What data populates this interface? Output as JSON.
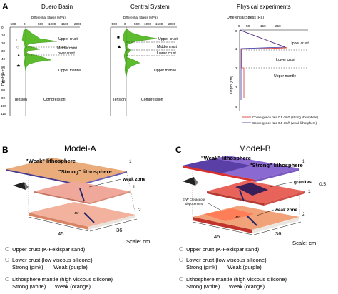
{
  "panel_labels": {
    "a": "A",
    "b": "B",
    "c": "C"
  },
  "duero": {
    "title": "Duero Basin",
    "axis_title": "Differential Stress (MPa)",
    "x_ticks": [
      "-500",
      "0",
      "500",
      "1000",
      "1500",
      "2000"
    ],
    "y_ticks": [
      "0",
      "10",
      "20",
      "30",
      "40",
      "50",
      "60",
      "70",
      "80",
      "90",
      "100",
      "110"
    ],
    "y_label": "Depth (km)",
    "layers": {
      "upper_crust": "Upper crust",
      "middle_crust": "Middle crust",
      "lower_crust": "Lower crust",
      "upper_mantle": "Upper mantle"
    },
    "tension": "Tension",
    "compression": "Compression",
    "symbols": [
      "□",
      "○",
      "▲",
      "★"
    ]
  },
  "central": {
    "title": "Central System",
    "axis_title": "Differential Stress (MPa)",
    "x_ticks": [
      "-500",
      "0",
      "500",
      "1000",
      "1500",
      "2000"
    ],
    "layers": {
      "upper_crust": "Upper crust",
      "middle_crust": "Middle crust",
      "lower_crust": "Lower crust",
      "upper_mantle": "Upper mantle"
    },
    "tension": "Tension",
    "compression": "Compression",
    "symbols": [
      "■",
      "▲"
    ]
  },
  "physical": {
    "title": "Physical experiments",
    "axis_title": "Differential Stress (Pa)",
    "x_ticks": [
      "0",
      "50",
      "150",
      "250"
    ],
    "y_ticks": [
      "0",
      "1",
      "2",
      "3",
      "4"
    ],
    "y_label": "Depth (cm)",
    "layers": {
      "upper_crust": "Upper crust",
      "lower_crust": "Lower crust",
      "upper_mantle": "Upper mantle"
    },
    "legend": [
      {
        "label": "Convergence rate 0.5 cm/h (strong lithosphere)",
        "color": "#d9302c"
      },
      {
        "label": "Convergence rate 0.5 cm/h (weak lithosphere)",
        "color": "#3a35a0"
      }
    ]
  },
  "model_a": {
    "title": "Model-A",
    "weak_lith": "\"Weak\" lithosphere",
    "strong_lith": "\"Strong\" lithosphere",
    "weak_zone": "weak zone",
    "angle": "45°",
    "layer_nums": [
      "1",
      "1",
      "2"
    ],
    "dim_length": "45",
    "dim_width": "36",
    "scale": "Scale: cm"
  },
  "model_b": {
    "title": "Model-B",
    "weak_lith": "\"Weak\" lithosphere",
    "strong_lith": "\"Strong\" lithosphere",
    "granites": "granites",
    "granites_val": "0.5",
    "ew_label_1": "E-W Cretaceous",
    "ew_label_2": "depocenters",
    "weak_zone": "weak zone",
    "angle": "45°",
    "layer_nums": [
      "1",
      "1",
      "2"
    ],
    "dim_length": "45",
    "dim_width": "36",
    "scale": "Scale: cm"
  },
  "legend_a": {
    "upper": "Upper crust (K-Feldspar sand)",
    "lower": "Lower crust (low viscous silicone)",
    "lower_sub": "Strong (pink)       Weak (purple)",
    "mantle": "Lithosphere mantle (high viscous silicone)",
    "mantle_sub": "Strong (white)      Weak (orange)"
  },
  "legend_b": {
    "upper": "Upper crust (K-Feldspar sand)",
    "lower": "Lower crust (low viscous silicone)",
    "lower_sub": "Strong (pink)       Weak (purple)",
    "mantle": "Lithosphere mantle (high viscous silicone)",
    "mantle_sub": "Strong (white)      Weak (orange)"
  },
  "colors": {
    "green": "#5dbb2e",
    "pink": "#f0a89a",
    "purple": "#4a3a8e",
    "orange": "#e9835e",
    "white_slab": "#e8e4e0",
    "red_strong": "#d9302c",
    "blue_weak": "#3a35a0"
  }
}
